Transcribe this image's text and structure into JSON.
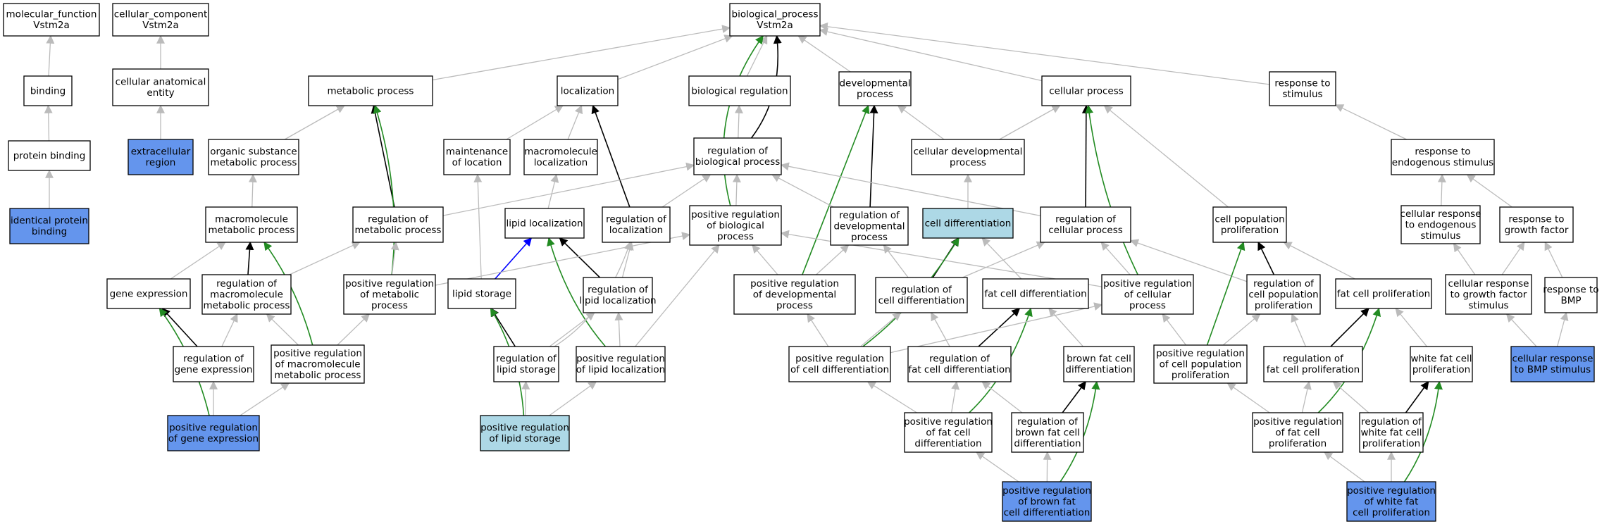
{
  "colors": {
    "white": "#ffffff",
    "annotated": "#6495ed",
    "query": "#add8e6",
    "is_a": "#bbbbbb",
    "part_of": "#000000",
    "positively_regulates": "#228b22",
    "negatively_regulates": "#0000ff"
  },
  "nodes": [
    {
      "id": "mf",
      "lines": [
        "molecular_function",
        "Vstm2a"
      ],
      "fill": "white"
    },
    {
      "id": "cc",
      "lines": [
        "cellular_component",
        "Vstm2a"
      ],
      "fill": "white"
    },
    {
      "id": "bp",
      "lines": [
        "biological_process",
        "Vstm2a"
      ],
      "fill": "white"
    },
    {
      "id": "binding",
      "lines": [
        "binding"
      ],
      "fill": "white"
    },
    {
      "id": "cae",
      "lines": [
        "cellular anatomical",
        "entity"
      ],
      "fill": "white"
    },
    {
      "id": "pb",
      "lines": [
        "protein binding"
      ],
      "fill": "white"
    },
    {
      "id": "er",
      "lines": [
        "extracellular",
        "region"
      ],
      "fill": "annotated"
    },
    {
      "id": "ipb",
      "lines": [
        "identical protein",
        "binding"
      ],
      "fill": "annotated"
    },
    {
      "id": "mp",
      "lines": [
        "metabolic process"
      ],
      "fill": "white"
    },
    {
      "id": "loc",
      "lines": [
        "localization"
      ],
      "fill": "white"
    },
    {
      "id": "breg",
      "lines": [
        "biological regulation"
      ],
      "fill": "white"
    },
    {
      "id": "dp",
      "lines": [
        "developmental",
        "process"
      ],
      "fill": "white"
    },
    {
      "id": "cp",
      "lines": [
        "cellular process"
      ],
      "fill": "white"
    },
    {
      "id": "rs",
      "lines": [
        "response to",
        "stimulus"
      ],
      "fill": "white"
    },
    {
      "id": "osmp",
      "lines": [
        "organic substance",
        "metabolic process"
      ],
      "fill": "white"
    },
    {
      "id": "mol",
      "lines": [
        "maintenance",
        "of location"
      ],
      "fill": "white"
    },
    {
      "id": "mloc",
      "lines": [
        "macromolecule",
        "localization"
      ],
      "fill": "white"
    },
    {
      "id": "rbp",
      "lines": [
        "regulation of",
        "biological process"
      ],
      "fill": "white"
    },
    {
      "id": "cdp",
      "lines": [
        "cellular developmental",
        "process"
      ],
      "fill": "white"
    },
    {
      "id": "res",
      "lines": [
        "response to",
        "endogenous stimulus"
      ],
      "fill": "white"
    },
    {
      "id": "mmp",
      "lines": [
        "macromolecule",
        "metabolic process"
      ],
      "fill": "white"
    },
    {
      "id": "rmp",
      "lines": [
        "regulation of",
        "metabolic process"
      ],
      "fill": "white"
    },
    {
      "id": "lloc",
      "lines": [
        "lipid localization"
      ],
      "fill": "white"
    },
    {
      "id": "rloc",
      "lines": [
        "regulation of",
        "localization"
      ],
      "fill": "white"
    },
    {
      "id": "prbp",
      "lines": [
        "positive regulation",
        "of biological",
        "process"
      ],
      "fill": "white"
    },
    {
      "id": "rdp",
      "lines": [
        "regulation of",
        "developmental",
        "process"
      ],
      "fill": "white"
    },
    {
      "id": "cd",
      "lines": [
        "cell differentiation"
      ],
      "fill": "query"
    },
    {
      "id": "rcp",
      "lines": [
        "regulation of",
        "cellular process"
      ],
      "fill": "white"
    },
    {
      "id": "cpp",
      "lines": [
        "cell population",
        "proliferation"
      ],
      "fill": "white"
    },
    {
      "id": "cres",
      "lines": [
        "cellular response",
        "to endogenous",
        "stimulus"
      ],
      "fill": "white"
    },
    {
      "id": "rgf",
      "lines": [
        "response to",
        "growth factor"
      ],
      "fill": "white"
    },
    {
      "id": "ge",
      "lines": [
        "gene expression"
      ],
      "fill": "white"
    },
    {
      "id": "rmmp",
      "lines": [
        "regulation of",
        "macromolecule",
        "metabolic process"
      ],
      "fill": "white"
    },
    {
      "id": "prmp",
      "lines": [
        "positive regulation",
        "of metabolic",
        "process"
      ],
      "fill": "white"
    },
    {
      "id": "ls",
      "lines": [
        "lipid storage"
      ],
      "fill": "white"
    },
    {
      "id": "rll",
      "lines": [
        "regulation of",
        "lipid localization"
      ],
      "fill": "white"
    },
    {
      "id": "prdp",
      "lines": [
        "positive regulation",
        "of developmental",
        "process"
      ],
      "fill": "white"
    },
    {
      "id": "rcd",
      "lines": [
        "regulation of",
        "cell differentiation"
      ],
      "fill": "white"
    },
    {
      "id": "fcd",
      "lines": [
        "fat cell differentiation"
      ],
      "fill": "white"
    },
    {
      "id": "prcp",
      "lines": [
        "positive regulation",
        "of cellular",
        "process"
      ],
      "fill": "white"
    },
    {
      "id": "rcpp",
      "lines": [
        "regulation of",
        "cell population",
        "proliferation"
      ],
      "fill": "white"
    },
    {
      "id": "fcp",
      "lines": [
        "fat cell proliferation"
      ],
      "fill": "white"
    },
    {
      "id": "crgf",
      "lines": [
        "cellular response",
        "to growth factor",
        "stimulus"
      ],
      "fill": "white"
    },
    {
      "id": "rbmp",
      "lines": [
        "response to",
        "BMP"
      ],
      "fill": "white"
    },
    {
      "id": "rge",
      "lines": [
        "regulation of",
        "gene expression"
      ],
      "fill": "white"
    },
    {
      "id": "prmmp",
      "lines": [
        "positive regulation",
        "of macromolecule",
        "metabolic process"
      ],
      "fill": "white"
    },
    {
      "id": "rls",
      "lines": [
        "regulation of",
        "lipid storage"
      ],
      "fill": "white"
    },
    {
      "id": "prll",
      "lines": [
        "positive regulation",
        "of lipid localization"
      ],
      "fill": "white"
    },
    {
      "id": "prcd",
      "lines": [
        "positive regulation",
        "of cell differentiation"
      ],
      "fill": "white"
    },
    {
      "id": "rfcd",
      "lines": [
        "regulation of",
        "fat cell differentiation"
      ],
      "fill": "white"
    },
    {
      "id": "bfcd",
      "lines": [
        "brown fat cell",
        "differentiation"
      ],
      "fill": "white"
    },
    {
      "id": "prcpp",
      "lines": [
        "positive regulation",
        "of cell population",
        "proliferation"
      ],
      "fill": "white"
    },
    {
      "id": "rfcp",
      "lines": [
        "regulation of",
        "fat cell proliferation"
      ],
      "fill": "white"
    },
    {
      "id": "wfcp",
      "lines": [
        "white fat cell",
        "proliferation"
      ],
      "fill": "white"
    },
    {
      "id": "crbmp",
      "lines": [
        "cellular response",
        "to BMP stimulus"
      ],
      "fill": "annotated"
    },
    {
      "id": "prge",
      "lines": [
        "positive regulation",
        "of gene expression"
      ],
      "fill": "annotated"
    },
    {
      "id": "prls",
      "lines": [
        "positive regulation",
        "of lipid storage"
      ],
      "fill": "query"
    },
    {
      "id": "prfcd",
      "lines": [
        "positive regulation",
        "of fat cell",
        "differentiation"
      ],
      "fill": "white"
    },
    {
      "id": "rbfcd",
      "lines": [
        "regulation of",
        "brown fat cell",
        "differentiation"
      ],
      "fill": "white"
    },
    {
      "id": "prfcp",
      "lines": [
        "positive regulation",
        "of fat cell",
        "proliferation"
      ],
      "fill": "white"
    },
    {
      "id": "rwfcp",
      "lines": [
        "regulation of",
        "white fat cell",
        "proliferation"
      ],
      "fill": "white"
    },
    {
      "id": "prbfcd",
      "lines": [
        "positive regulation",
        "of brown fat",
        "cell differentiation"
      ],
      "fill": "annotated"
    },
    {
      "id": "prwfcp",
      "lines": [
        "positive regulation",
        "of white fat",
        "cell proliferation"
      ],
      "fill": "annotated"
    }
  ],
  "edges": [
    {
      "from": "binding",
      "to": "mf",
      "type": "is_a"
    },
    {
      "from": "pb",
      "to": "binding",
      "type": "is_a"
    },
    {
      "from": "ipb",
      "to": "pb",
      "type": "is_a"
    },
    {
      "from": "cae",
      "to": "cc",
      "type": "is_a"
    },
    {
      "from": "er",
      "to": "cae",
      "type": "is_a"
    },
    {
      "from": "mp",
      "to": "bp",
      "type": "is_a"
    },
    {
      "from": "loc",
      "to": "bp",
      "type": "is_a"
    },
    {
      "from": "breg",
      "to": "bp",
      "type": "is_a"
    },
    {
      "from": "dp",
      "to": "bp",
      "type": "is_a"
    },
    {
      "from": "cp",
      "to": "bp",
      "type": "is_a"
    },
    {
      "from": "rs",
      "to": "bp",
      "type": "is_a"
    },
    {
      "from": "rbp",
      "to": "bp",
      "type": "part_of"
    },
    {
      "from": "prbp",
      "to": "bp",
      "type": "positively_regulates"
    },
    {
      "from": "osmp",
      "to": "mp",
      "type": "is_a"
    },
    {
      "from": "rmp",
      "to": "mp",
      "type": "part_of"
    },
    {
      "from": "prmp",
      "to": "mp",
      "type": "positively_regulates"
    },
    {
      "from": "mol",
      "to": "loc",
      "type": "is_a"
    },
    {
      "from": "mloc",
      "to": "loc",
      "type": "is_a"
    },
    {
      "from": "rloc",
      "to": "loc",
      "type": "part_of"
    },
    {
      "from": "rbp",
      "to": "breg",
      "type": "is_a"
    },
    {
      "from": "cdp",
      "to": "dp",
      "type": "is_a"
    },
    {
      "from": "rdp",
      "to": "dp",
      "type": "part_of"
    },
    {
      "from": "prdp",
      "to": "dp",
      "type": "positively_regulates"
    },
    {
      "from": "cdp",
      "to": "cp",
      "type": "is_a"
    },
    {
      "from": "rcp",
      "to": "cp",
      "type": "part_of"
    },
    {
      "from": "prcp",
      "to": "cp",
      "type": "positively_regulates"
    },
    {
      "from": "cpp",
      "to": "cp",
      "type": "is_a"
    },
    {
      "from": "res",
      "to": "rs",
      "type": "is_a"
    },
    {
      "from": "mmp",
      "to": "osmp",
      "type": "is_a"
    },
    {
      "from": "lloc",
      "to": "mloc",
      "type": "is_a"
    },
    {
      "from": "rmp",
      "to": "rbp",
      "type": "is_a"
    },
    {
      "from": "rloc",
      "to": "rbp",
      "type": "is_a"
    },
    {
      "from": "prbp",
      "to": "rbp",
      "type": "is_a"
    },
    {
      "from": "rdp",
      "to": "rbp",
      "type": "is_a"
    },
    {
      "from": "rcp",
      "to": "rbp",
      "type": "is_a"
    },
    {
      "from": "cd",
      "to": "cdp",
      "type": "is_a"
    },
    {
      "from": "cres",
      "to": "res",
      "type": "is_a"
    },
    {
      "from": "rgf",
      "to": "res",
      "type": "is_a"
    },
    {
      "from": "ge",
      "to": "mmp",
      "type": "is_a"
    },
    {
      "from": "rmmp",
      "to": "mmp",
      "type": "part_of"
    },
    {
      "from": "prmmp",
      "to": "mmp",
      "type": "positively_regulates"
    },
    {
      "from": "rmmp",
      "to": "rmp",
      "type": "is_a"
    },
    {
      "from": "prmp",
      "to": "rmp",
      "type": "is_a"
    },
    {
      "from": "ls",
      "to": "lloc",
      "type": "negatively_regulates"
    },
    {
      "from": "rll",
      "to": "lloc",
      "type": "part_of"
    },
    {
      "from": "prll",
      "to": "lloc",
      "type": "positively_regulates"
    },
    {
      "from": "ls",
      "to": "mol",
      "type": "is_a"
    },
    {
      "from": "rll",
      "to": "rloc",
      "type": "is_a"
    },
    {
      "from": "rls",
      "to": "rloc",
      "type": "is_a"
    },
    {
      "from": "prmp",
      "to": "prbp",
      "type": "is_a"
    },
    {
      "from": "prll",
      "to": "prbp",
      "type": "is_a"
    },
    {
      "from": "prdp",
      "to": "prbp",
      "type": "is_a"
    },
    {
      "from": "prcp",
      "to": "prbp",
      "type": "is_a"
    },
    {
      "from": "prdp",
      "to": "rdp",
      "type": "is_a"
    },
    {
      "from": "rcd",
      "to": "rdp",
      "type": "is_a"
    },
    {
      "from": "rcd",
      "to": "cd",
      "type": "part_of"
    },
    {
      "from": "fcd",
      "to": "cd",
      "type": "is_a"
    },
    {
      "from": "prcd",
      "to": "cd",
      "type": "positively_regulates"
    },
    {
      "from": "rcd",
      "to": "rcp",
      "type": "is_a"
    },
    {
      "from": "prcp",
      "to": "rcp",
      "type": "is_a"
    },
    {
      "from": "rcpp",
      "to": "rcp",
      "type": "is_a"
    },
    {
      "from": "rcpp",
      "to": "cpp",
      "type": "part_of"
    },
    {
      "from": "prcpp",
      "to": "cpp",
      "type": "positively_regulates"
    },
    {
      "from": "fcp",
      "to": "cpp",
      "type": "is_a"
    },
    {
      "from": "crgf",
      "to": "cres",
      "type": "is_a"
    },
    {
      "from": "crgf",
      "to": "rgf",
      "type": "is_a"
    },
    {
      "from": "rbmp",
      "to": "rgf",
      "type": "is_a"
    },
    {
      "from": "rge",
      "to": "ge",
      "type": "part_of"
    },
    {
      "from": "prge",
      "to": "ge",
      "type": "positively_regulates"
    },
    {
      "from": "rge",
      "to": "rmmp",
      "type": "is_a"
    },
    {
      "from": "prmmp",
      "to": "rmmp",
      "type": "is_a"
    },
    {
      "from": "prmmp",
      "to": "prmp",
      "type": "is_a"
    },
    {
      "from": "rls",
      "to": "ls",
      "type": "part_of"
    },
    {
      "from": "prls",
      "to": "ls",
      "type": "positively_regulates"
    },
    {
      "from": "rls",
      "to": "rll",
      "type": "is_a"
    },
    {
      "from": "prll",
      "to": "rll",
      "type": "is_a"
    },
    {
      "from": "prcd",
      "to": "prdp",
      "type": "is_a"
    },
    {
      "from": "rfcd",
      "to": "rcd",
      "type": "is_a"
    },
    {
      "from": "prcd",
      "to": "rcd",
      "type": "is_a"
    },
    {
      "from": "rfcd",
      "to": "fcd",
      "type": "part_of"
    },
    {
      "from": "prfcd",
      "to": "fcd",
      "type": "positively_regulates"
    },
    {
      "from": "bfcd",
      "to": "fcd",
      "type": "is_a"
    },
    {
      "from": "prcd",
      "to": "prcp",
      "type": "is_a"
    },
    {
      "from": "prcpp",
      "to": "prcp",
      "type": "is_a"
    },
    {
      "from": "prcpp",
      "to": "rcpp",
      "type": "is_a"
    },
    {
      "from": "rfcp",
      "to": "rcpp",
      "type": "is_a"
    },
    {
      "from": "rfcp",
      "to": "fcp",
      "type": "part_of"
    },
    {
      "from": "prfcp",
      "to": "fcp",
      "type": "positively_regulates"
    },
    {
      "from": "wfcp",
      "to": "fcp",
      "type": "is_a"
    },
    {
      "from": "crbmp",
      "to": "crgf",
      "type": "is_a"
    },
    {
      "from": "crbmp",
      "to": "rbmp",
      "type": "is_a"
    },
    {
      "from": "prge",
      "to": "rge",
      "type": "is_a"
    },
    {
      "from": "prge",
      "to": "prmmp",
      "type": "is_a"
    },
    {
      "from": "prls",
      "to": "rls",
      "type": "is_a"
    },
    {
      "from": "prls",
      "to": "prll",
      "type": "is_a"
    },
    {
      "from": "prfcd",
      "to": "prcd",
      "type": "is_a"
    },
    {
      "from": "prfcd",
      "to": "rfcd",
      "type": "is_a"
    },
    {
      "from": "rbfcd",
      "to": "rfcd",
      "type": "is_a"
    },
    {
      "from": "rbfcd",
      "to": "bfcd",
      "type": "part_of"
    },
    {
      "from": "prbfcd",
      "to": "bfcd",
      "type": "positively_regulates"
    },
    {
      "from": "prfcp",
      "to": "prcpp",
      "type": "is_a"
    },
    {
      "from": "prfcp",
      "to": "rfcp",
      "type": "is_a"
    },
    {
      "from": "rwfcp",
      "to": "rfcp",
      "type": "is_a"
    },
    {
      "from": "rwfcp",
      "to": "wfcp",
      "type": "part_of"
    },
    {
      "from": "prwfcp",
      "to": "wfcp",
      "type": "positively_regulates"
    },
    {
      "from": "prbfcd",
      "to": "prfcd",
      "type": "is_a"
    },
    {
      "from": "prbfcd",
      "to": "rbfcd",
      "type": "is_a"
    },
    {
      "from": "prwfcp",
      "to": "prfcp",
      "type": "is_a"
    },
    {
      "from": "prwfcp",
      "to": "rwfcp",
      "type": "is_a"
    }
  ]
}
